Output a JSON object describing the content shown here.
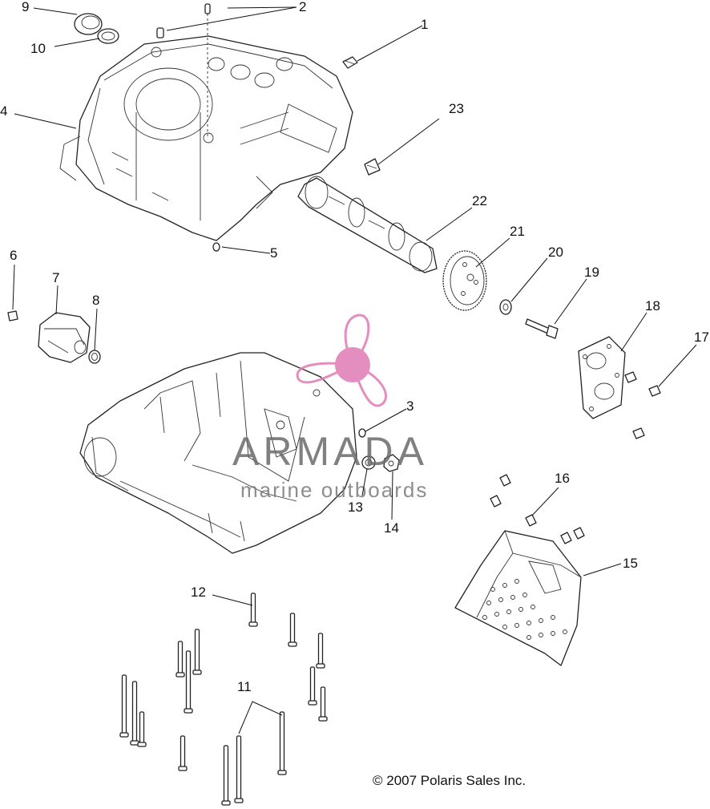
{
  "callouts": [
    "1",
    "2",
    "3",
    "4",
    "5",
    "6",
    "7",
    "8",
    "9",
    "10",
    "11",
    "12",
    "13",
    "14",
    "15",
    "16",
    "17",
    "18",
    "19",
    "20",
    "21",
    "22",
    "23"
  ],
  "watermark": {
    "title": "ARMADA",
    "subtitle": "marine outboards",
    "color": "#e07bb5"
  },
  "copyright": "© 2007 Polaris Sales Inc."
}
